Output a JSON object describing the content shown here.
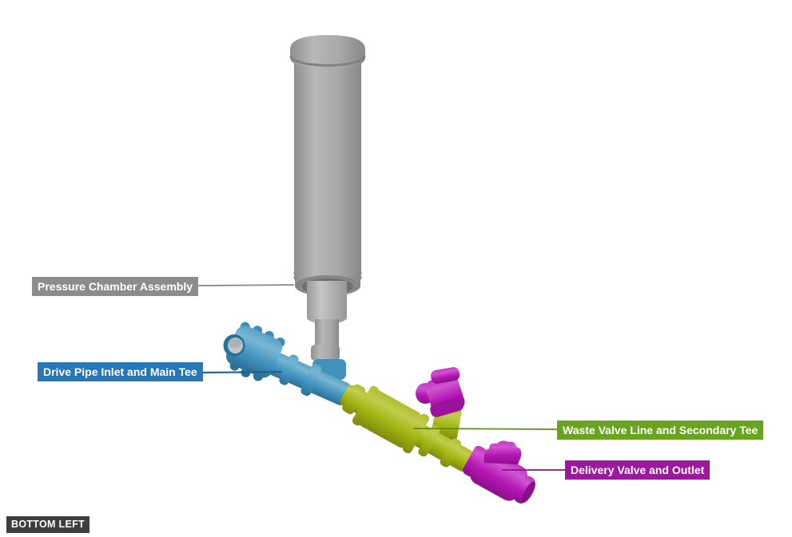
{
  "scene": {
    "description": "3D rendered pipe assembly of a hydraulic ram pump with callout labels",
    "view_orientation": "BOTTOM LEFT"
  },
  "callouts": [
    {
      "text": "Pressure Chamber Assembly"
    },
    {
      "text": "Drive Pipe Inlet and Main Tee"
    },
    {
      "text": "Waste Valve Line and Secondary Tee"
    },
    {
      "text": "Delivery Valve and Outlet"
    }
  ],
  "view_tag": {
    "text": "BOTTOM LEFT"
  },
  "parts": [
    {
      "name": "Pressure Chamber Assembly",
      "color": "#a9a9a9"
    },
    {
      "name": "Drive Pipe Inlet and Main Tee",
      "color": "#4496c2"
    },
    {
      "name": "Waste Valve Line and Secondary Tee",
      "color": "#a4b512"
    },
    {
      "name": "Waste Valve",
      "color": "#b517b5"
    },
    {
      "name": "Delivery Valve and Outlet",
      "color": "#b517b5"
    }
  ],
  "colors": {
    "background": "#ffffff",
    "label_text": "#ffffff",
    "label_gray": "#8c8c8c",
    "label_blue": "#2778b8",
    "label_green": "#69a420",
    "label_magenta": "#9c189c",
    "label_dark": "#3e3e3e",
    "part_gray": "#a9a9a9",
    "part_blue": "#4496c2",
    "part_green": "#a4b512",
    "part_magenta": "#b517b5",
    "leader_gray": "#8a8a8a",
    "leader_blue": "#1d6094",
    "leader_green": "#5d8f17",
    "leader_magenta": "#7e1a7e"
  }
}
